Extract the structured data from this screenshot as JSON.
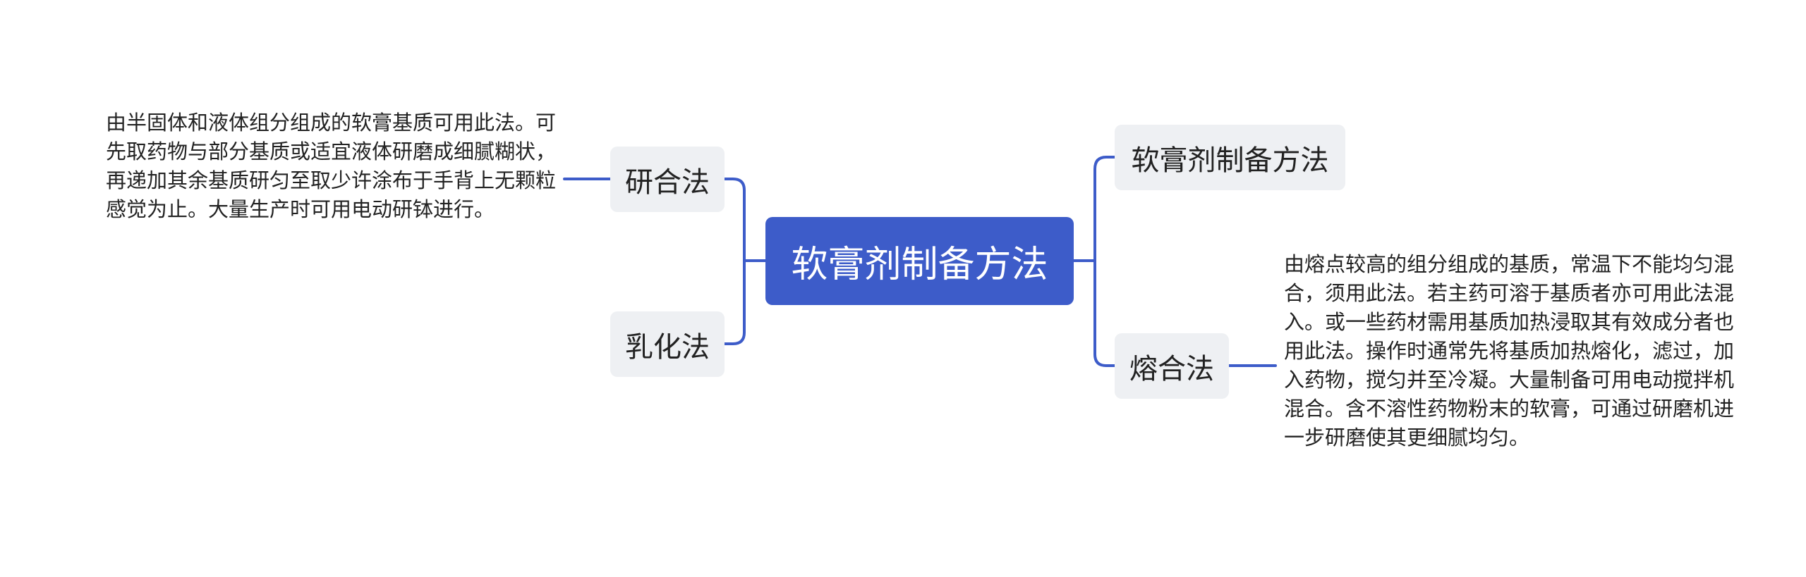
{
  "root": {
    "label": "软膏剂制备方法"
  },
  "branches": {
    "yanhe": {
      "label": "研合法",
      "note": "由半固体和液体组分组成的软膏基质可用此法。可先取药物与部分基质或适宜液体研磨成细腻糊状，再递加其余基质研匀至取少许涂布于手背上无颗粒感觉为止。大量生产时可用电动研钵进行。"
    },
    "ruhua": {
      "label": "乳化法"
    },
    "ruangao": {
      "label": "软膏剂制备方法"
    },
    "ronghe": {
      "label": "熔合法",
      "note": "由熔点较高的组分组成的基质，常温下不能均匀混合，须用此法。若主药可溶于基质者亦可用此法混入。或一些药材需用基质加热浸取其有效成分者也用此法。操作时通常先将基质加热熔化，滤过，加入药物，搅匀并至冷凝。大量制备可用电动搅拌机混合。含不溶性药物粉末的软膏，可通过研磨机进一步研磨使其更细腻均匀。"
    }
  },
  "colors": {
    "root_fill": "#3d5cc9",
    "connector": "#3d5cc9",
    "subtopic_fill": "#eef0f3",
    "text": "#222222"
  }
}
